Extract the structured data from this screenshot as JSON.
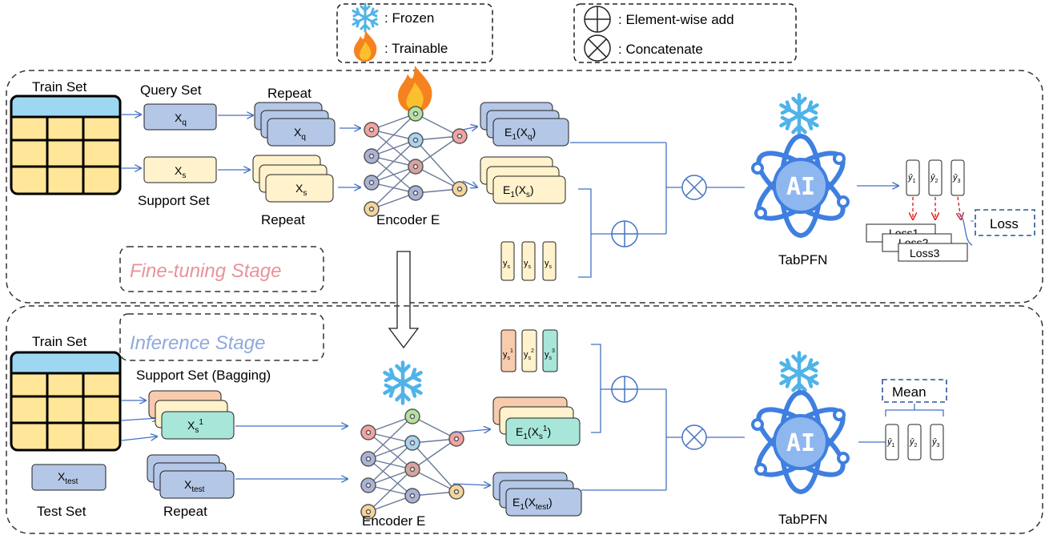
{
  "legend_left": {
    "frozen_label": ": Frozen",
    "trainable_label": ": Trainable"
  },
  "legend_right": {
    "add_label": ": Element-wise add",
    "concat_label": ": Concatenate"
  },
  "fine_tuning": {
    "stage_label": "Fine-tuning Stage",
    "train_set": "Train Set",
    "query_set": "Query Set",
    "support_set": "Support Set",
    "repeat_top": "Repeat",
    "repeat_bottom": "Repeat",
    "encoder": "Encoder E",
    "tabpfn": "TabPFN",
    "loss": "Loss",
    "loss_items": [
      "Loss1",
      "Loss2",
      "Loss3"
    ],
    "preds": [
      "ŷ",
      "ŷ",
      "ŷ"
    ],
    "pred_subs": [
      "1",
      "2",
      "3"
    ]
  },
  "inference": {
    "stage_label": "Inference Stage",
    "train_set": "Train Set",
    "support_set_bagging": "Support Set (Bagging)",
    "test_set": "Test Set",
    "repeat": "Repeat",
    "encoder": "Encoder E",
    "tabpfn": "TabPFN",
    "mean": "Mean",
    "preds": [
      "ŷ",
      "ŷ",
      "ŷ"
    ],
    "pred_subs": [
      "1",
      "2",
      "3"
    ]
  },
  "colors": {
    "blue_box": "#b4c7e7",
    "yellow_box": "#fff2cc",
    "orange_box": "#f8cbad",
    "teal_box": "#a8e6da",
    "arrow": "#4472c4",
    "stage_fine": "#e8939a",
    "stage_infer": "#8fa9dc",
    "table_yellow": "#ffe699",
    "table_header": "#9dd7f2",
    "ai_blue": "#3f7fe0",
    "snow": "#4fb3e8"
  }
}
